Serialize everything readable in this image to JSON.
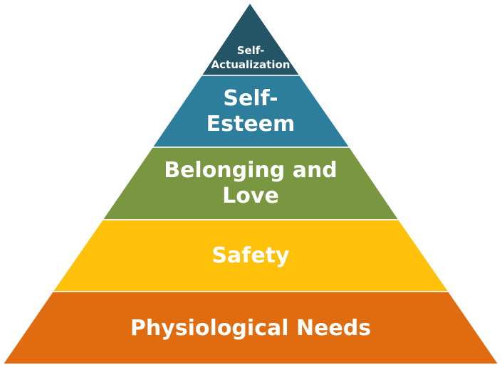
{
  "pyramid": {
    "levels": [
      {
        "lines": [
          "Self-",
          "Actualization"
        ],
        "color": "#235567"
      },
      {
        "lines": [
          "Self-",
          "Esteem"
        ],
        "color": "#2d7e9d"
      },
      {
        "lines": [
          "Belonging and",
          "Love"
        ],
        "color": "#799640"
      },
      {
        "lines": [
          "Safety"
        ],
        "color": "#ffc10a"
      },
      {
        "lines": [
          "Physiological Needs"
        ],
        "color": "#e16c10"
      }
    ]
  }
}
